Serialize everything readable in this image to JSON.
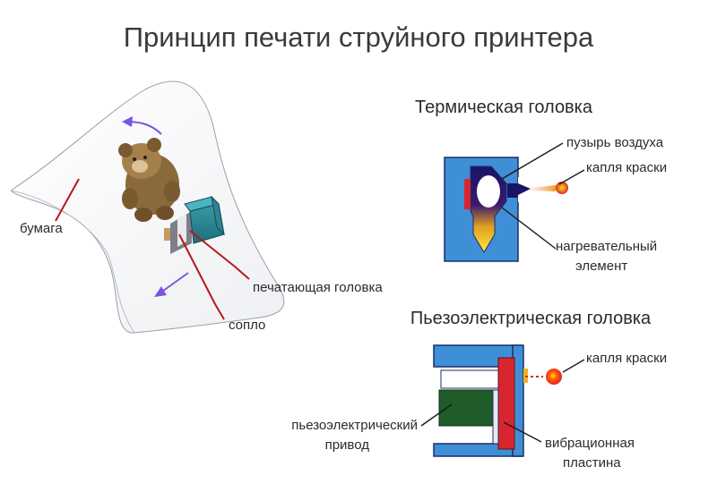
{
  "title": "Принцип печати струйного принтера",
  "left_panel": {
    "paper_label": "бумага",
    "head_label": "печатающая головка",
    "nozzle_label": "сопло"
  },
  "thermal": {
    "title": "Термическая головка",
    "bubble_label": "пузырь воздуха",
    "drop_label": "капля краски",
    "heater_label_line1": "нагревательный",
    "heater_label_line2": "элемент"
  },
  "piezo": {
    "title": "Пьезоэлектрическая головка",
    "drop_label": "капля краски",
    "actuator_label_line1": "пьезоэлектрический",
    "actuator_label_line2": "привод",
    "plate_label_line1": "вибрационная",
    "plate_label_line2": "пластина"
  },
  "colors": {
    "head_blue": "#3f8fd6",
    "head_outline": "#1b2f6a",
    "ink_dark": "#1a1466",
    "heater_red": "#d8262f",
    "piezo_green": "#1f5c2a",
    "leader_red": "#b81818",
    "arrow_purple": "#7b55e0",
    "drop_red": "#e8221c"
  }
}
